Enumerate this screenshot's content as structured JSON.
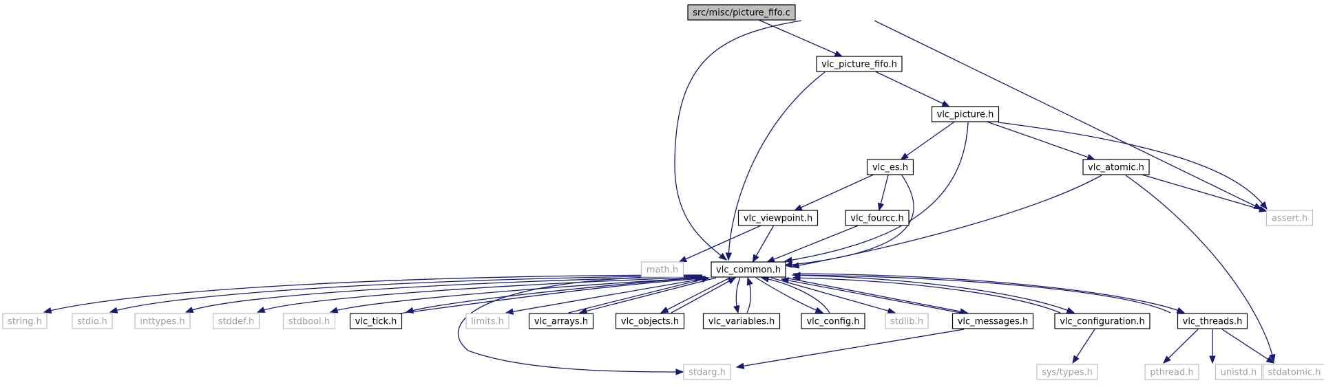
{
  "graph": {
    "root": "src/misc/picture_fifo.c",
    "nodes": [
      {
        "id": "root",
        "label": "src/misc/picture_fifo.c",
        "kind": "root"
      },
      {
        "id": "vlc_picture_fifo",
        "label": "vlc_picture_fifo.h",
        "kind": "internal"
      },
      {
        "id": "vlc_picture",
        "label": "vlc_picture.h",
        "kind": "internal"
      },
      {
        "id": "vlc_es",
        "label": "vlc_es.h",
        "kind": "internal"
      },
      {
        "id": "vlc_atomic",
        "label": "vlc_atomic.h",
        "kind": "internal"
      },
      {
        "id": "assert",
        "label": "assert.h",
        "kind": "external"
      },
      {
        "id": "vlc_viewpoint",
        "label": "vlc_viewpoint.h",
        "kind": "internal"
      },
      {
        "id": "vlc_fourcc",
        "label": "vlc_fourcc.h",
        "kind": "internal"
      },
      {
        "id": "math",
        "label": "math.h",
        "kind": "external"
      },
      {
        "id": "vlc_common",
        "label": "vlc_common.h",
        "kind": "internal"
      },
      {
        "id": "string",
        "label": "string.h",
        "kind": "external"
      },
      {
        "id": "stdio",
        "label": "stdio.h",
        "kind": "external"
      },
      {
        "id": "inttypes",
        "label": "inttypes.h",
        "kind": "external"
      },
      {
        "id": "stddef",
        "label": "stddef.h",
        "kind": "external"
      },
      {
        "id": "stdbool",
        "label": "stdbool.h",
        "kind": "external"
      },
      {
        "id": "vlc_tick",
        "label": "vlc_tick.h",
        "kind": "internal"
      },
      {
        "id": "limits",
        "label": "limits.h",
        "kind": "external"
      },
      {
        "id": "vlc_arrays",
        "label": "vlc_arrays.h",
        "kind": "internal"
      },
      {
        "id": "vlc_objects",
        "label": "vlc_objects.h",
        "kind": "internal"
      },
      {
        "id": "vlc_variables",
        "label": "vlc_variables.h",
        "kind": "internal"
      },
      {
        "id": "vlc_config",
        "label": "vlc_config.h",
        "kind": "internal"
      },
      {
        "id": "stdlib",
        "label": "stdlib.h",
        "kind": "external"
      },
      {
        "id": "vlc_messages",
        "label": "vlc_messages.h",
        "kind": "internal"
      },
      {
        "id": "vlc_configuration",
        "label": "vlc_configuration.h",
        "kind": "internal"
      },
      {
        "id": "vlc_threads",
        "label": "vlc_threads.h",
        "kind": "internal"
      },
      {
        "id": "stdarg",
        "label": "stdarg.h",
        "kind": "external"
      },
      {
        "id": "sys_types",
        "label": "sys/types.h",
        "kind": "external"
      },
      {
        "id": "pthread",
        "label": "pthread.h",
        "kind": "external"
      },
      {
        "id": "unistd",
        "label": "unistd.h",
        "kind": "external"
      },
      {
        "id": "stdatomic",
        "label": "stdatomic.h",
        "kind": "external"
      }
    ],
    "edges": [
      {
        "from": "root",
        "to": "vlc_picture_fifo"
      },
      {
        "from": "root",
        "to": "vlc_common"
      },
      {
        "from": "root",
        "to": "assert"
      },
      {
        "from": "vlc_picture_fifo",
        "to": "vlc_picture"
      },
      {
        "from": "vlc_picture_fifo",
        "to": "vlc_common"
      },
      {
        "from": "vlc_picture",
        "to": "vlc_es"
      },
      {
        "from": "vlc_picture",
        "to": "vlc_atomic"
      },
      {
        "from": "vlc_picture",
        "to": "vlc_common"
      },
      {
        "from": "vlc_picture",
        "to": "assert"
      },
      {
        "from": "vlc_es",
        "to": "vlc_viewpoint"
      },
      {
        "from": "vlc_es",
        "to": "vlc_fourcc"
      },
      {
        "from": "vlc_es",
        "to": "vlc_common"
      },
      {
        "from": "vlc_atomic",
        "to": "vlc_common"
      },
      {
        "from": "vlc_atomic",
        "to": "assert"
      },
      {
        "from": "vlc_atomic",
        "to": "stdatomic"
      },
      {
        "from": "vlc_viewpoint",
        "to": "math"
      },
      {
        "from": "vlc_viewpoint",
        "to": "vlc_common"
      },
      {
        "from": "vlc_fourcc",
        "to": "vlc_common"
      },
      {
        "from": "vlc_common",
        "to": "string"
      },
      {
        "from": "vlc_common",
        "to": "stdio"
      },
      {
        "from": "vlc_common",
        "to": "inttypes"
      },
      {
        "from": "vlc_common",
        "to": "stddef"
      },
      {
        "from": "vlc_common",
        "to": "stdbool"
      },
      {
        "from": "vlc_common",
        "to": "vlc_tick"
      },
      {
        "from": "vlc_common",
        "to": "limits"
      },
      {
        "from": "vlc_common",
        "to": "vlc_arrays"
      },
      {
        "from": "vlc_common",
        "to": "vlc_objects"
      },
      {
        "from": "vlc_common",
        "to": "vlc_variables"
      },
      {
        "from": "vlc_common",
        "to": "vlc_config"
      },
      {
        "from": "vlc_common",
        "to": "stdlib"
      },
      {
        "from": "vlc_common",
        "to": "vlc_messages"
      },
      {
        "from": "vlc_common",
        "to": "vlc_configuration"
      },
      {
        "from": "vlc_common",
        "to": "vlc_threads"
      },
      {
        "from": "vlc_common",
        "to": "stdarg"
      },
      {
        "from": "vlc_tick",
        "to": "vlc_common"
      },
      {
        "from": "vlc_arrays",
        "to": "vlc_common"
      },
      {
        "from": "vlc_objects",
        "to": "vlc_common"
      },
      {
        "from": "vlc_variables",
        "to": "vlc_common"
      },
      {
        "from": "vlc_config",
        "to": "vlc_common"
      },
      {
        "from": "vlc_messages",
        "to": "vlc_common"
      },
      {
        "from": "vlc_messages",
        "to": "stdarg"
      },
      {
        "from": "vlc_configuration",
        "to": "vlc_common"
      },
      {
        "from": "vlc_configuration",
        "to": "sys_types"
      },
      {
        "from": "vlc_threads",
        "to": "vlc_common"
      },
      {
        "from": "vlc_threads",
        "to": "pthread"
      },
      {
        "from": "vlc_threads",
        "to": "unistd"
      },
      {
        "from": "vlc_threads",
        "to": "stdatomic"
      }
    ]
  },
  "colors": {
    "edge": "#191970",
    "root_fill": "#bfbfbf",
    "internal_border": "#000000",
    "external_border": "#bfbfbf",
    "external_text": "#a0a0a0"
  }
}
